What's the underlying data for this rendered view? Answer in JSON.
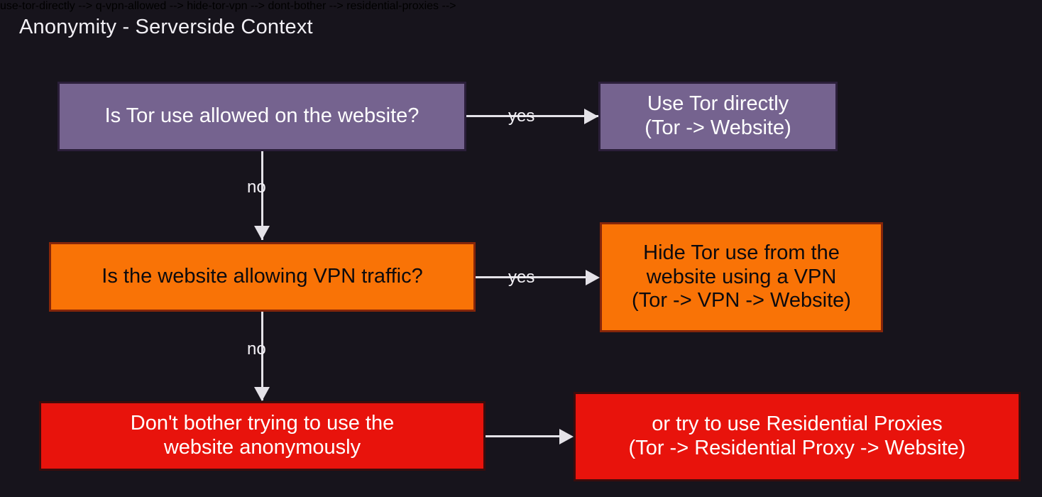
{
  "diagram": {
    "title": "Anonymity - Serverside Context",
    "background_color": "#17141c",
    "palette": {
      "purple_fill": "#75638f",
      "purple_border": "#2b1f3a",
      "orange_fill": "#f97306",
      "orange_border": "#86260a",
      "red_fill": "#e8130c",
      "red_border": "#3c0c0c",
      "edge_color": "#e4e2e8",
      "title_color": "#f2f0f5"
    },
    "nodes": [
      {
        "id": "q-tor-allowed",
        "label": "Is Tor use allowed on the website?",
        "kind": "decision",
        "color": "purple"
      },
      {
        "id": "use-tor-directly",
        "label": "Use Tor directly\n(Tor -> Website)",
        "kind": "outcome",
        "color": "purple"
      },
      {
        "id": "q-vpn-allowed",
        "label": "Is the website allowing VPN traffic?",
        "kind": "decision",
        "color": "orange"
      },
      {
        "id": "hide-tor-vpn",
        "label": "Hide Tor use from the\nwebsite using a VPN\n(Tor -> VPN -> Website)",
        "kind": "outcome",
        "color": "orange"
      },
      {
        "id": "dont-bother",
        "label": "Don't bother trying to use the\nwebsite anonymously",
        "kind": "outcome",
        "color": "red"
      },
      {
        "id": "residential-proxies",
        "label": "or try to use Residential Proxies\n(Tor -> Residential Proxy -> Website)",
        "kind": "outcome",
        "color": "red"
      }
    ],
    "edges": [
      {
        "id": "e1",
        "from": "q-tor-allowed",
        "to": "use-tor-directly",
        "label": "yes"
      },
      {
        "id": "e2",
        "from": "q-tor-allowed",
        "to": "q-vpn-allowed",
        "label": "no"
      },
      {
        "id": "e3",
        "from": "q-vpn-allowed",
        "to": "hide-tor-vpn",
        "label": "yes"
      },
      {
        "id": "e4",
        "from": "q-vpn-allowed",
        "to": "dont-bother",
        "label": "no"
      },
      {
        "id": "e5",
        "from": "dont-bother",
        "to": "residential-proxies",
        "label": ""
      }
    ]
  }
}
